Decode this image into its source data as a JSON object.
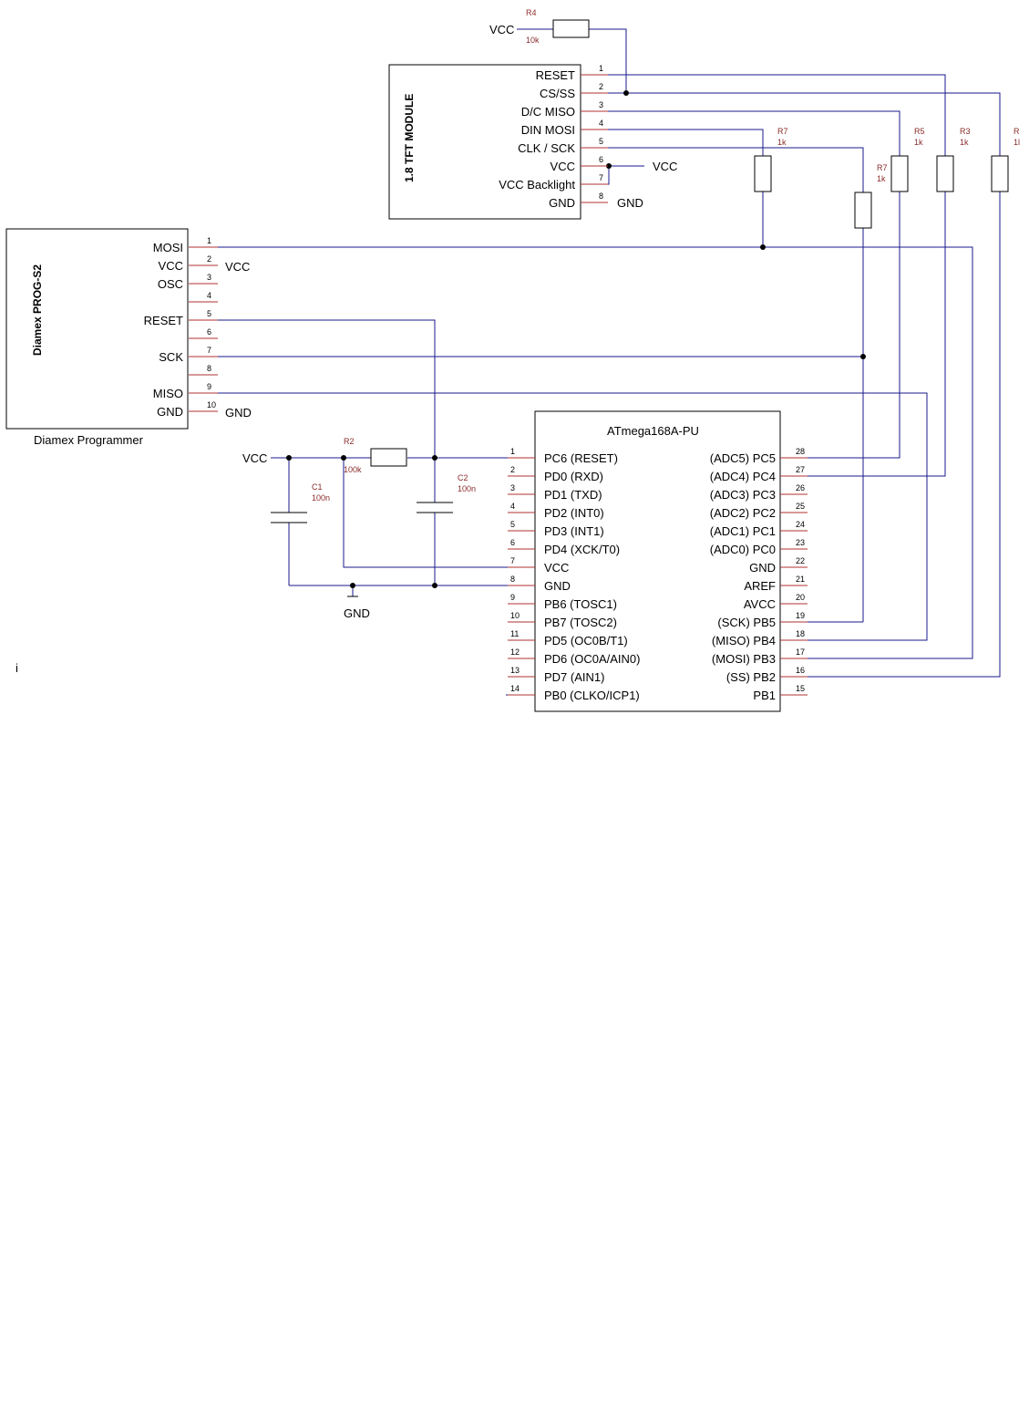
{
  "tft": {
    "title": "1.8 TFT MODULE",
    "pins": [
      {
        "num": "1",
        "name": "RESET"
      },
      {
        "num": "2",
        "name": "CS/SS"
      },
      {
        "num": "3",
        "name": "D/C MISO"
      },
      {
        "num": "4",
        "name": "DIN MOSI"
      },
      {
        "num": "5",
        "name": "CLK / SCK"
      },
      {
        "num": "6",
        "name": "VCC"
      },
      {
        "num": "7",
        "name": "VCC Backlight"
      },
      {
        "num": "8",
        "name": "GND"
      }
    ],
    "vcc_net": "VCC",
    "gnd_net": "GND"
  },
  "programmer": {
    "title": "Diamex PROG-S2",
    "caption": "Diamex Programmer",
    "pins": [
      {
        "num": "1",
        "name": "MOSI"
      },
      {
        "num": "2",
        "name": "VCC"
      },
      {
        "num": "3",
        "name": "OSC"
      },
      {
        "num": "4",
        "name": ""
      },
      {
        "num": "5",
        "name": "RESET"
      },
      {
        "num": "6",
        "name": ""
      },
      {
        "num": "7",
        "name": "SCK"
      },
      {
        "num": "8",
        "name": ""
      },
      {
        "num": "9",
        "name": "MISO"
      },
      {
        "num": "10",
        "name": "GND"
      }
    ],
    "vcc_net": "VCC",
    "gnd_net": "GND"
  },
  "mcu": {
    "title": "ATmega168A-PU",
    "left_pins": [
      {
        "num": "1",
        "name": "PC6 (RESET)"
      },
      {
        "num": "2",
        "name": "PD0 (RXD)"
      },
      {
        "num": "3",
        "name": "PD1 (TXD)"
      },
      {
        "num": "4",
        "name": "PD2 (INT0)"
      },
      {
        "num": "5",
        "name": "PD3 (INT1)"
      },
      {
        "num": "6",
        "name": "PD4 (XCK/T0)"
      },
      {
        "num": "7",
        "name": "VCC"
      },
      {
        "num": "8",
        "name": "GND"
      },
      {
        "num": "9",
        "name": "PB6 (TOSC1)"
      },
      {
        "num": "10",
        "name": "PB7 (TOSC2)"
      },
      {
        "num": "11",
        "name": "PD5 (OC0B/T1)"
      },
      {
        "num": "12",
        "name": "PD6 (OC0A/AIN0)"
      },
      {
        "num": "13",
        "name": "PD7 (AIN1)"
      },
      {
        "num": "14",
        "name": "PB0 (CLKO/ICP1)"
      }
    ],
    "right_pins": [
      {
        "num": "28",
        "name": "(ADC5) PC5"
      },
      {
        "num": "27",
        "name": "(ADC4) PC4"
      },
      {
        "num": "26",
        "name": "(ADC3) PC3"
      },
      {
        "num": "25",
        "name": "(ADC2) PC2"
      },
      {
        "num": "24",
        "name": "(ADC1) PC1"
      },
      {
        "num": "23",
        "name": "(ADC0) PC0"
      },
      {
        "num": "22",
        "name": "GND"
      },
      {
        "num": "21",
        "name": "AREF"
      },
      {
        "num": "20",
        "name": "AVCC"
      },
      {
        "num": "19",
        "name": "(SCK) PB5"
      },
      {
        "num": "18",
        "name": "(MISO) PB4"
      },
      {
        "num": "17",
        "name": "(MOSI) PB3"
      },
      {
        "num": "16",
        "name": "(SS) PB2"
      },
      {
        "num": "15",
        "name": "PB1"
      }
    ]
  },
  "resistors": [
    {
      "id": "r4",
      "ref": "R4",
      "value": "10k"
    },
    {
      "id": "r7a",
      "ref": "R7",
      "value": "1k"
    },
    {
      "id": "r7b",
      "ref": "R7",
      "value": "1k"
    },
    {
      "id": "r5",
      "ref": "R5",
      "value": "1k"
    },
    {
      "id": "r3",
      "ref": "R3",
      "value": "1k"
    },
    {
      "id": "r_edge",
      "ref": "R",
      "value": "1l"
    },
    {
      "id": "r2",
      "ref": "R2",
      "value": "100k"
    }
  ],
  "capacitors": [
    {
      "id": "c1",
      "ref": "C1",
      "value": "100n"
    },
    {
      "id": "c2",
      "ref": "C2",
      "value": "100n"
    }
  ],
  "nets": {
    "r4_vcc": "VCC",
    "reset_vcc": "VCC",
    "ground": "GND"
  },
  "stray_text": "i"
}
